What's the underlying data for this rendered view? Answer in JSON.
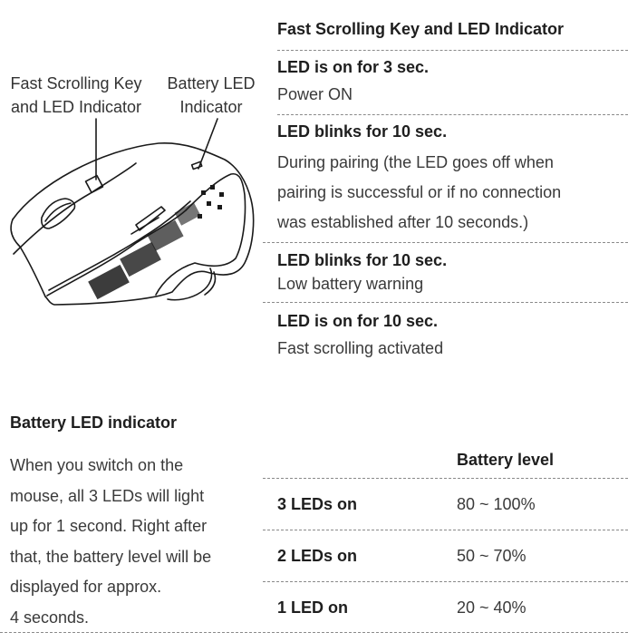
{
  "diagram": {
    "label_fast_scrolling": [
      "Fast Scrolling Key",
      "and LED Indicator"
    ],
    "label_battery_led": [
      "Battery LED",
      "Indicator"
    ],
    "image": "mouse-line-drawing"
  },
  "fast_scrolling_section": {
    "title": "Fast Scrolling Key and LED Indicator",
    "entries": [
      {
        "status": "LED is on for 3 sec.",
        "description": [
          "Power ON"
        ]
      },
      {
        "status": "LED blinks for 10 sec.",
        "description": [
          "During pairing (the LED goes off when",
          "pairing is successful or if no connection",
          "was established after 10 seconds.)"
        ]
      },
      {
        "status": "LED blinks for 10 sec.",
        "description": [
          "Low battery warning"
        ]
      },
      {
        "status": "LED is on for 10 sec.",
        "description": [
          "Fast scrolling activated"
        ]
      }
    ]
  },
  "battery_section": {
    "title": "Battery LED indicator",
    "paragraph": [
      "When you switch on the",
      "mouse, all 3 LEDs will light",
      "up for 1 second. Right after",
      "that, the battery level will be",
      "displayed for approx.",
      "4 seconds."
    ],
    "table": {
      "header": "Battery level",
      "rows": [
        {
          "leds": "3 LEDs on",
          "level": "80 ~ 100%"
        },
        {
          "leds": "2 LEDs on",
          "level": "50 ~ 70%"
        },
        {
          "leds": "1 LED on",
          "level": "20 ~ 40%"
        }
      ]
    }
  }
}
